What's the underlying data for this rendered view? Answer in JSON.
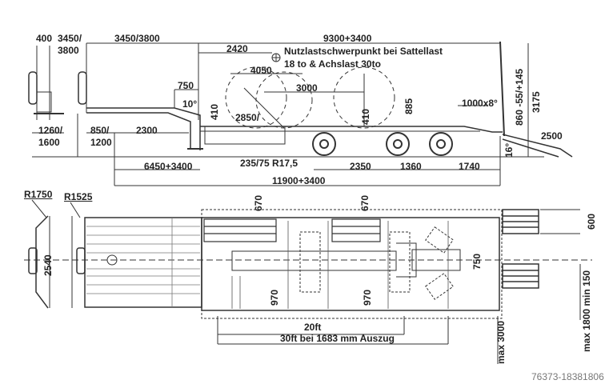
{
  "side_view": {
    "dims": {
      "d400": "400",
      "d3450a": "3450/",
      "d3800a": "3800",
      "d3450_3800": "3450/3800",
      "d9300": "9300+3400",
      "d2420": "2420",
      "d4050": "4050",
      "d750": "750",
      "d3000": "3000",
      "angle10": "10°",
      "d410a": "410",
      "d2850": "2850/",
      "d410b": "410",
      "d885": "885",
      "d1000x8": "1000x8°",
      "d860": "860 -55/+145",
      "d3175": "3175",
      "d2500": "2500",
      "angle16": "16°",
      "d1260": "1260/",
      "d1600": "1600",
      "d850": "850/",
      "d1200": "1200",
      "d2300": "2300",
      "tyre": "235/75 R17,5",
      "d6450": "6450+3400",
      "d2350": "2350",
      "d1360": "1360",
      "d1740": "1740",
      "d11900": "11900+3400"
    },
    "note_line1": "Nutzlastschwerpunkt bei Sattellast",
    "note_line2": "18 to & Achslast 30to"
  },
  "top_view": {
    "dims": {
      "r1750": "R1750",
      "r1525": "R1525",
      "d2540": "2540",
      "d670a": "670",
      "d670b": "670",
      "d600": "600",
      "d750": "750",
      "d970a": "970",
      "d970b": "970",
      "max1800": "max 1800 min 150",
      "ft20": "20ft",
      "ft30": "30ft bei 1683 mm Auszug",
      "max3000": "max 3000"
    }
  },
  "watermark": "76373-18381806"
}
